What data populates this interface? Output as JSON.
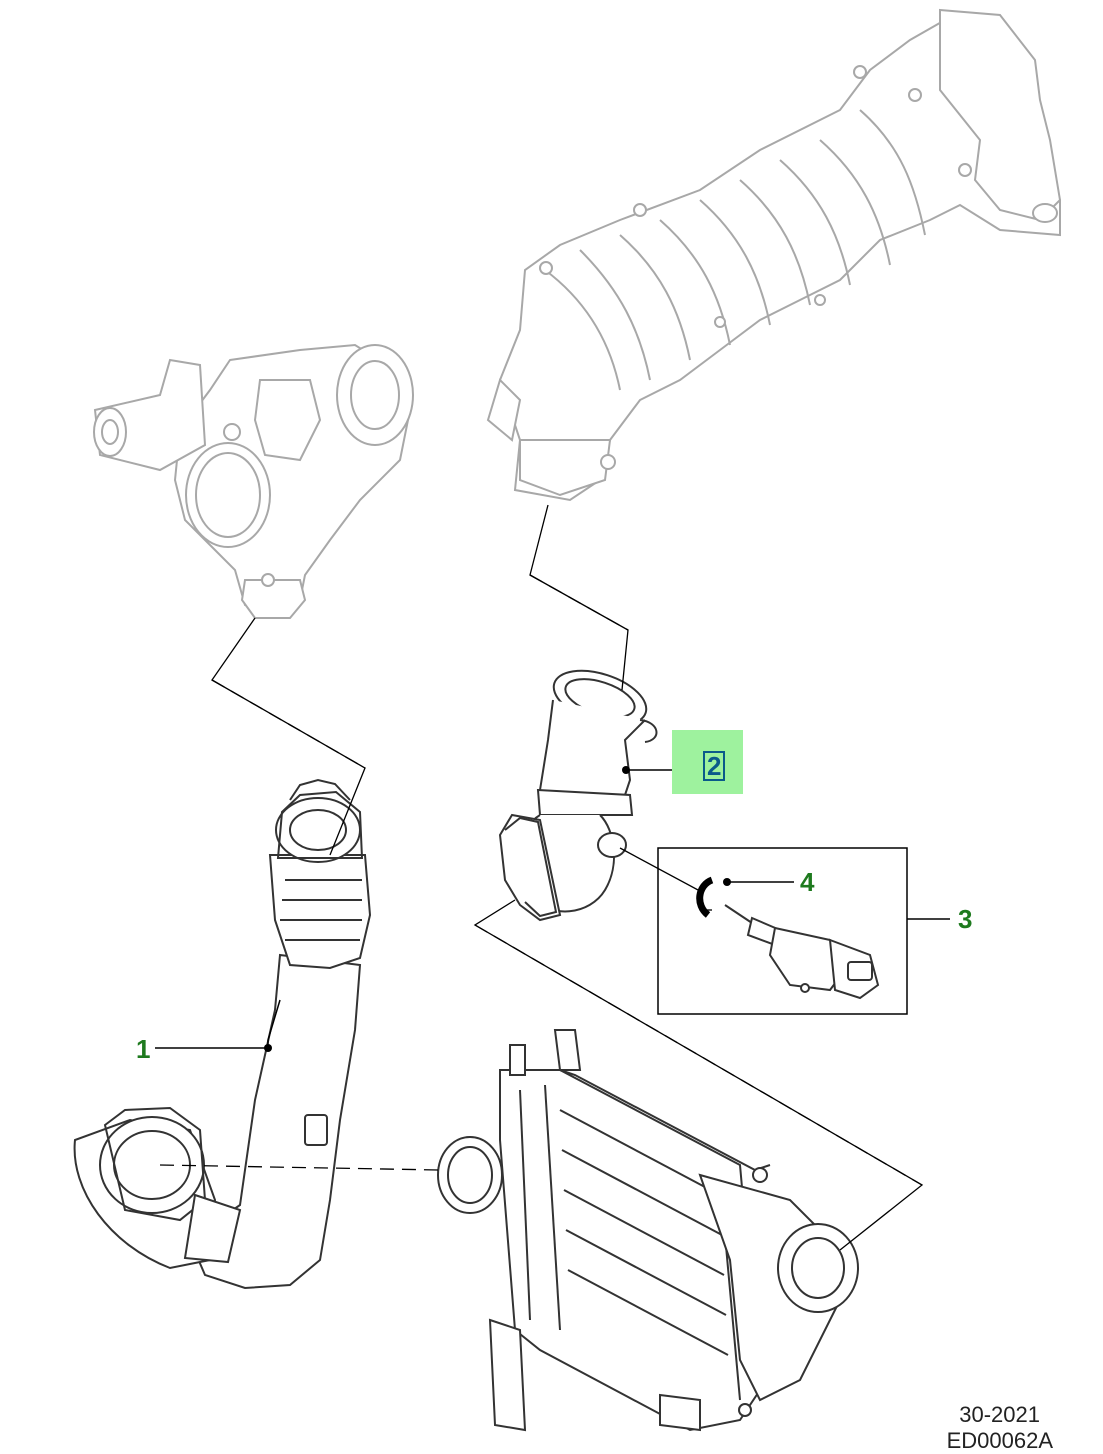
{
  "accent_color": "#1e7a1e",
  "highlight_color": "#9ef29e",
  "selected_box_color": "#0a5a8a",
  "callouts": {
    "c1": "1",
    "c2": "2",
    "c3": "3",
    "c4": "4"
  },
  "footer": {
    "line1": "30-2021",
    "line2": "ED00062A"
  },
  "parts": {
    "exhaust_manifold": "exhaust-manifold",
    "turbocharger": "turbocharger",
    "intake_pipe": "intake-pipe",
    "charge_air_hose": "charge-air-hose",
    "intercooler": "intercooler",
    "o_ring": "o-ring",
    "sensor": "temperature-sensor"
  }
}
